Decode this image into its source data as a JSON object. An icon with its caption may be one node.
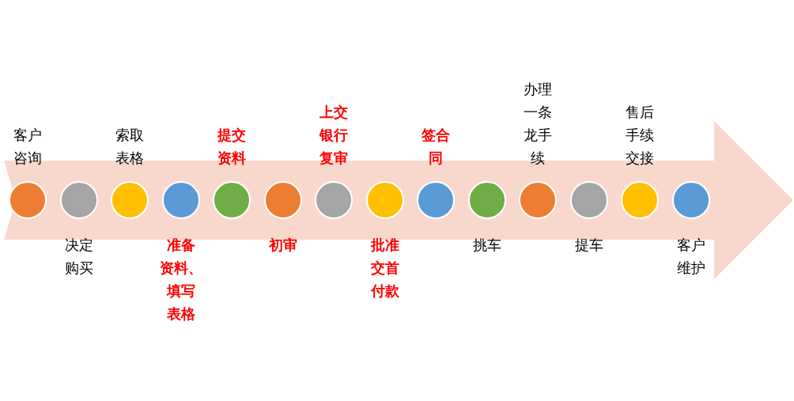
{
  "diagram": {
    "nodes": [
      {
        "text": [],
        "shape": "circle",
        "beside": [
          "客户咨询"
        ]
      },
      {
        "text": [],
        "shape": "circle",
        "beside": [
          "决定购买"
        ]
      },
      {
        "text": [],
        "shape": "circle",
        "beside": [
          "索取表格"
        ]
      },
      {
        "text": [],
        "shape": "circle",
        "beside": [
          "准备资料、填写表格"
        ]
      },
      {
        "text": [],
        "shape": "circle",
        "beside": [
          "提交资料"
        ]
      },
      {
        "text": [],
        "shape": "circle",
        "beside": [
          "初审"
        ]
      },
      {
        "text": [],
        "shape": "circle",
        "beside": [
          "上交银行复审"
        ]
      },
      {
        "text": [],
        "shape": "circle",
        "beside": [
          "批准交首付款"
        ]
      },
      {
        "text": [],
        "shape": "circle",
        "beside": [
          "签合同"
        ]
      },
      {
        "text": [],
        "shape": "circle",
        "beside": [
          "挑车"
        ]
      },
      {
        "text": [],
        "shape": "circle",
        "beside": [
          "办理一条龙手续"
        ]
      },
      {
        "text": [],
        "shape": "circle",
        "beside": [
          "提车"
        ]
      },
      {
        "text": [],
        "shape": "circle",
        "beside": [
          "售后手续交接"
        ]
      },
      {
        "text": [],
        "shape": "circle",
        "beside": [
          "客户维护"
        ]
      }
    ]
  }
}
